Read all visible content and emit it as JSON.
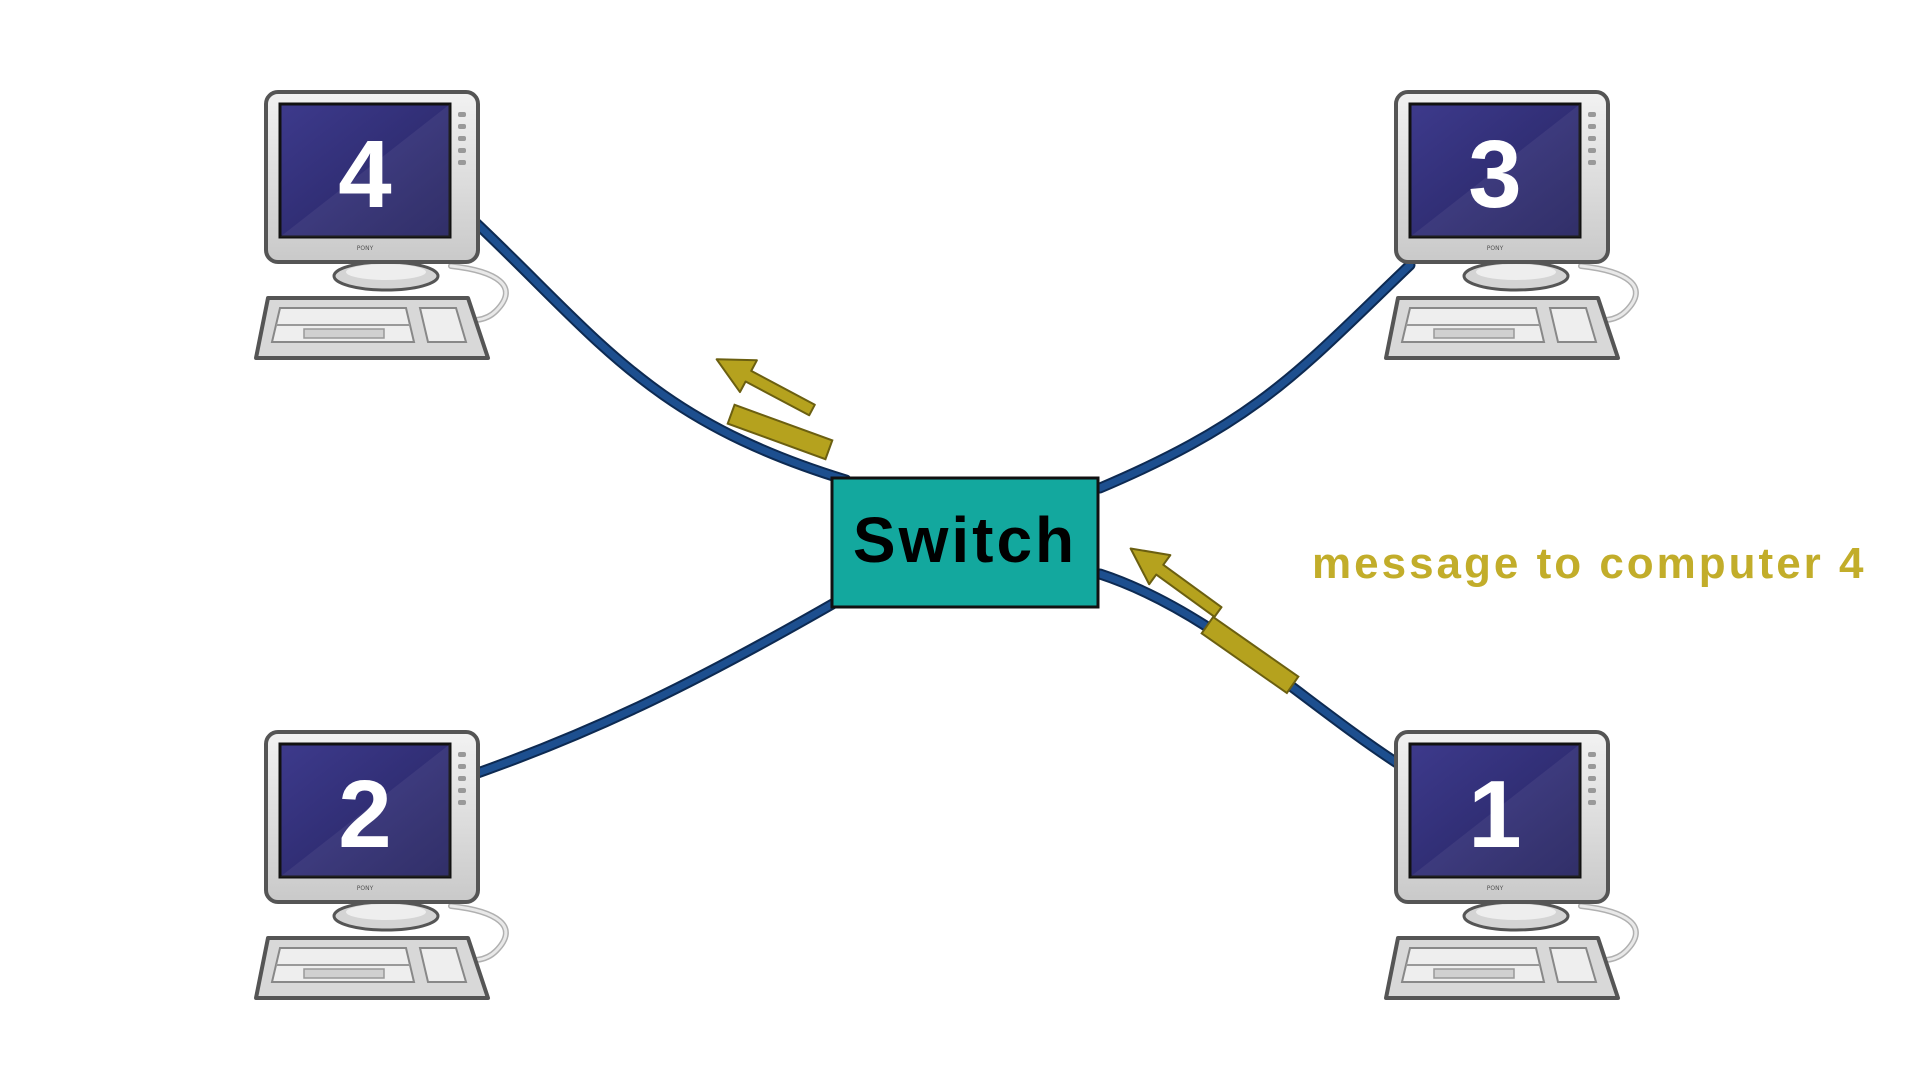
{
  "switch": {
    "label": "Switch"
  },
  "message": {
    "label": "message to computer 4"
  },
  "computers": [
    {
      "number": "4",
      "brand": "PONY"
    },
    {
      "number": "3",
      "brand": "PONY"
    },
    {
      "number": "2",
      "brand": "PONY"
    },
    {
      "number": "1",
      "brand": "PONY"
    }
  ],
  "colors": {
    "cable": "#1d4f8f",
    "switch_fill": "#13a89e",
    "packet": "#b5a21e",
    "message_text": "#c2ad2a",
    "screen": "#2e2c78"
  }
}
